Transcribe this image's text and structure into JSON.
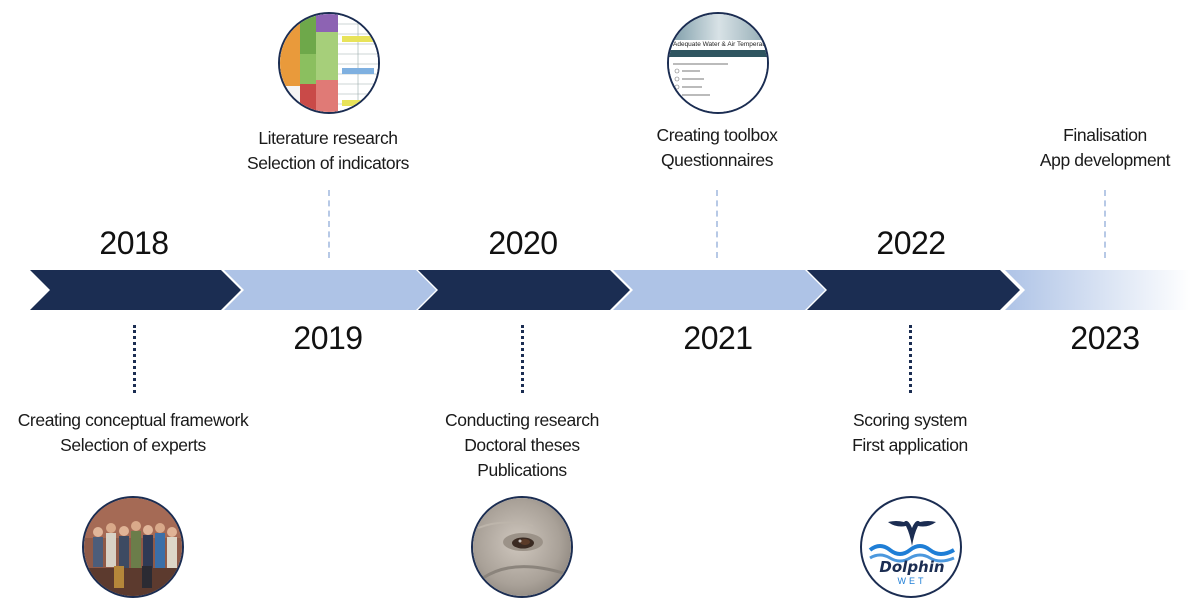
{
  "timeline": {
    "years_top": [
      "2018",
      "2020",
      "2022"
    ],
    "years_bottom": [
      "2019",
      "2021",
      "2023"
    ],
    "colors": {
      "dark": "#1b2d52",
      "light": "#aec3e6"
    }
  },
  "milestones": {
    "m2018": [
      "Creating conceptual framework",
      "Selection of experts"
    ],
    "m2019": [
      "Literature research",
      "Selection of indicators"
    ],
    "m2020": [
      "Conducting research",
      "Doctoral theses",
      "Publications"
    ],
    "m2021": [
      "Creating toolbox",
      "Questionnaires"
    ],
    "m2022": [
      "Scoring system",
      "First application"
    ],
    "m2023": [
      "Finalisation",
      "App development"
    ]
  },
  "images": {
    "toolbox_title": "Adequate Water & Air Temperature",
    "logo_name": "Dolphin",
    "logo_sub": "WET"
  }
}
